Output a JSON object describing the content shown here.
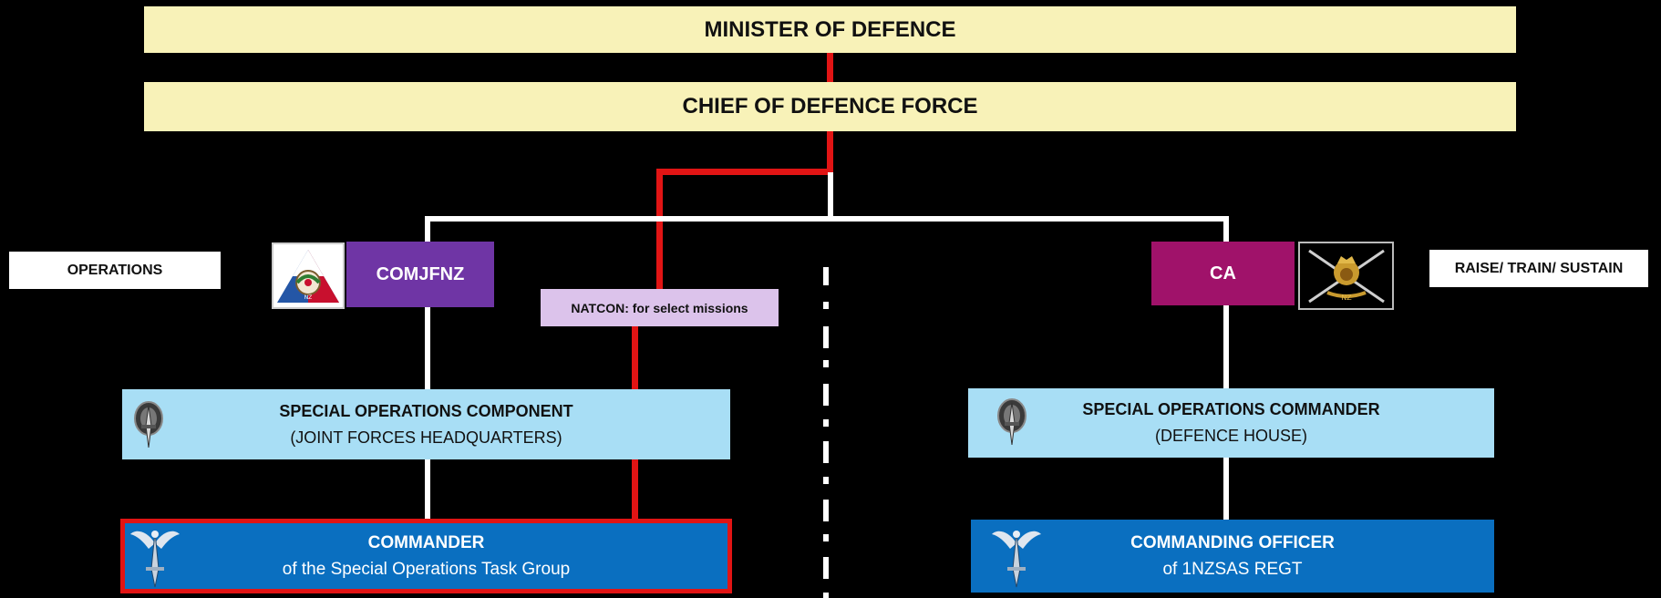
{
  "nodes": {
    "minister": "MINISTER OF DEFENCE",
    "cdf": "CHIEF OF DEFENCE FORCE",
    "operations": "OPERATIONS",
    "comjfnz": "COMJFNZ",
    "natcon": "NATCON: for select missions",
    "ca": "CA",
    "raise": "RAISE/ TRAIN/ SUSTAIN",
    "soc_title": "SPECIAL OPERATIONS COMPONENT",
    "soc_sub": "(JOINT FORCES HEADQUARTERS)",
    "socmd_title": "SPECIAL OPERATIONS COMMANDER",
    "socmd_sub": "(DEFENCE HOUSE)",
    "cmdr_title": "COMMANDER",
    "cmdr_sub": "of the Special Operations Task Group",
    "co_title": "COMMANDING OFFICER",
    "co_sub": "of 1NZSAS REGT"
  },
  "logos": {
    "jfnz": "NZ",
    "army": "NZ"
  },
  "colors": {
    "command_line": "#e11414",
    "support_line": "#ffffff",
    "yellow": "#f8f2b8",
    "purple": "#6f35a5",
    "magenta": "#a0126a",
    "lavender": "#dcc3eb",
    "light_blue": "#a8def5",
    "blue": "#0a6fc0"
  },
  "icons": [
    "jfnz-crest-icon",
    "army-crest-icon",
    "special-ops-badge-icon",
    "sas-winged-dagger-icon"
  ]
}
